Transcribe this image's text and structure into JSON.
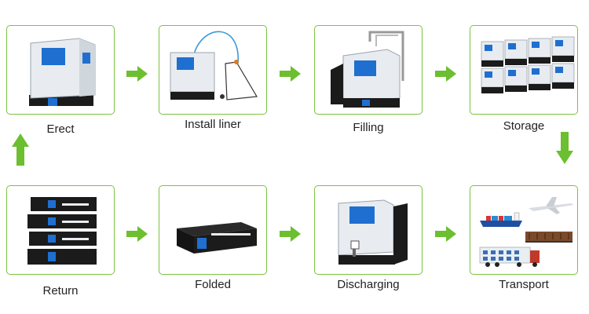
{
  "steps": {
    "erect": "Erect",
    "install_liner": "Install liner",
    "filling": "Filling",
    "storage": "Storage",
    "return": "Return",
    "folded": "Folded",
    "discharging": "Discharging",
    "transport": "Transport"
  },
  "colors": {
    "border": "#7cc242",
    "arrow": "#6cbf2f",
    "container_white": "#eef1f4",
    "container_blue": "#1f6fd1",
    "pallet_dark": "#1b1b1b"
  },
  "icons": [
    "arrow-right-icon",
    "arrow-down-icon",
    "arrow-up-icon",
    "container-icon",
    "truck-icon",
    "ship-icon",
    "train-icon",
    "airplane-icon"
  ]
}
